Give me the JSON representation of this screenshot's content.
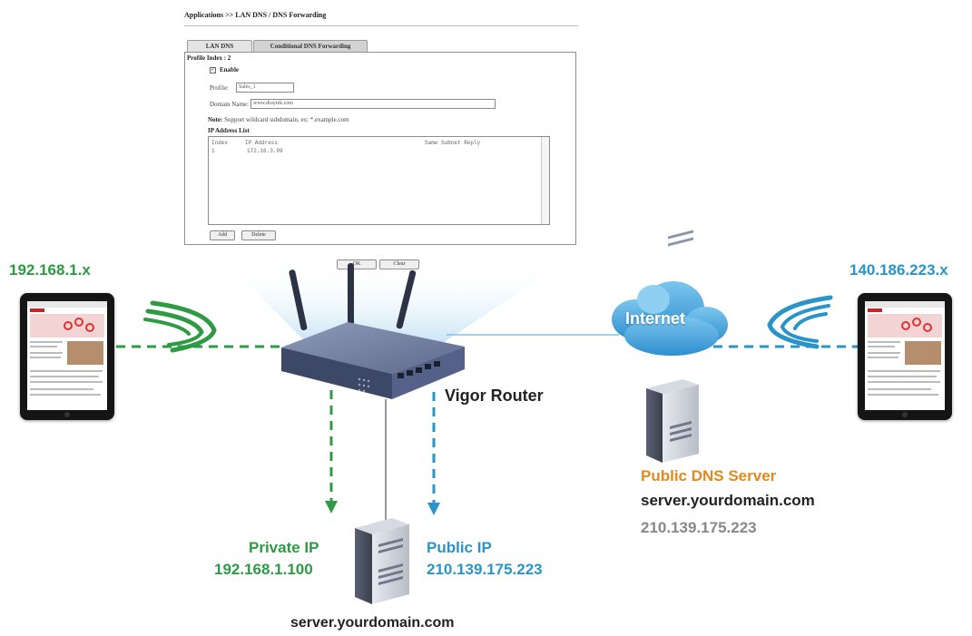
{
  "ui": {
    "breadcrumb": "Applications >> LAN DNS / DNS Forwarding",
    "tabs": [
      {
        "label": "LAN DNS",
        "active": true
      },
      {
        "label": "Conditional DNS Forwarding",
        "active": false
      }
    ],
    "profile_index": "Profile Index : 2",
    "enable_label": "Enable",
    "enable_checked": true,
    "profile_label": "Profile:",
    "profile_value": "Sales_1",
    "domain_label": "Domain Name:",
    "domain_value": "www.draytek.com",
    "note_bold": "Note:",
    "note_text": "Support wildcard subdomain, ex: *.example.com",
    "ip_list_title": "IP Address List",
    "ip_columns": [
      "Index",
      "IP Address",
      "Same Subnet Reply"
    ],
    "ip_rows": [
      {
        "index": "1",
        "ip": "172.16.3.99",
        "reply": ""
      }
    ],
    "add_button": "Add",
    "delete_button": "Delete",
    "ok_button": "OK",
    "clear_button": "Clear"
  },
  "diagram": {
    "left_ip": "192.168.1.x",
    "right_ip": "140.186.223.x",
    "internet_label": "Internet",
    "router_label": "Vigor Router",
    "dns_server_title": "Public DNS Server",
    "dns_server_domain": "server.yourdomain.com",
    "dns_server_ip": "210.139.175.223",
    "private_ip_title": "Private IP",
    "private_ip_value": "192.168.1.100",
    "public_ip_title": "Public IP",
    "public_ip_value": "210.139.175.223",
    "local_server_domain": "server.yourdomain.com"
  },
  "colors": {
    "green": "#2e9b44",
    "blue": "#2a94c8",
    "orange": "#e08a1c",
    "router_body": "#4a5578",
    "cloud": "#4aa8de"
  }
}
